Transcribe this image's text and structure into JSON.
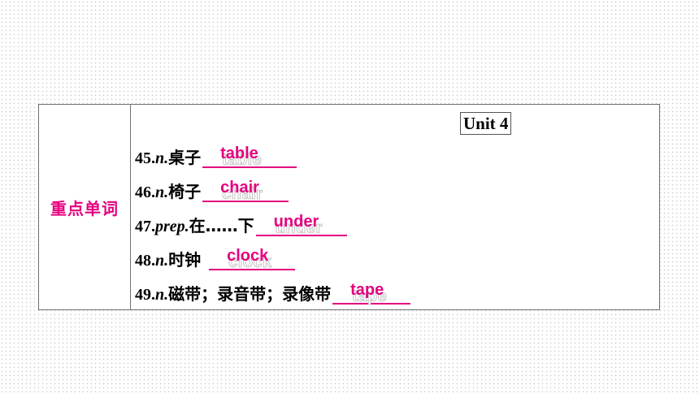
{
  "category": "重点单词",
  "unit_title": "Unit 4",
  "items": [
    {
      "num": "45.",
      "pos": "n.",
      "zh": "桌子",
      "answer": "table"
    },
    {
      "num": "46.",
      "pos": "n.",
      "zh": "椅子",
      "answer": "chair"
    },
    {
      "num": "47.",
      "pos": "prep.",
      "zh": "在……下",
      "answer": "under"
    },
    {
      "num": "48.",
      "pos": "n.",
      "zh": "时钟",
      "answer": "clock"
    },
    {
      "num": "49.",
      "pos": "n.",
      "zh": "磁带；录音带；录像带",
      "answer": "tape"
    }
  ],
  "colors": {
    "accent": "#e4007f",
    "border": "#6f6f6f"
  }
}
